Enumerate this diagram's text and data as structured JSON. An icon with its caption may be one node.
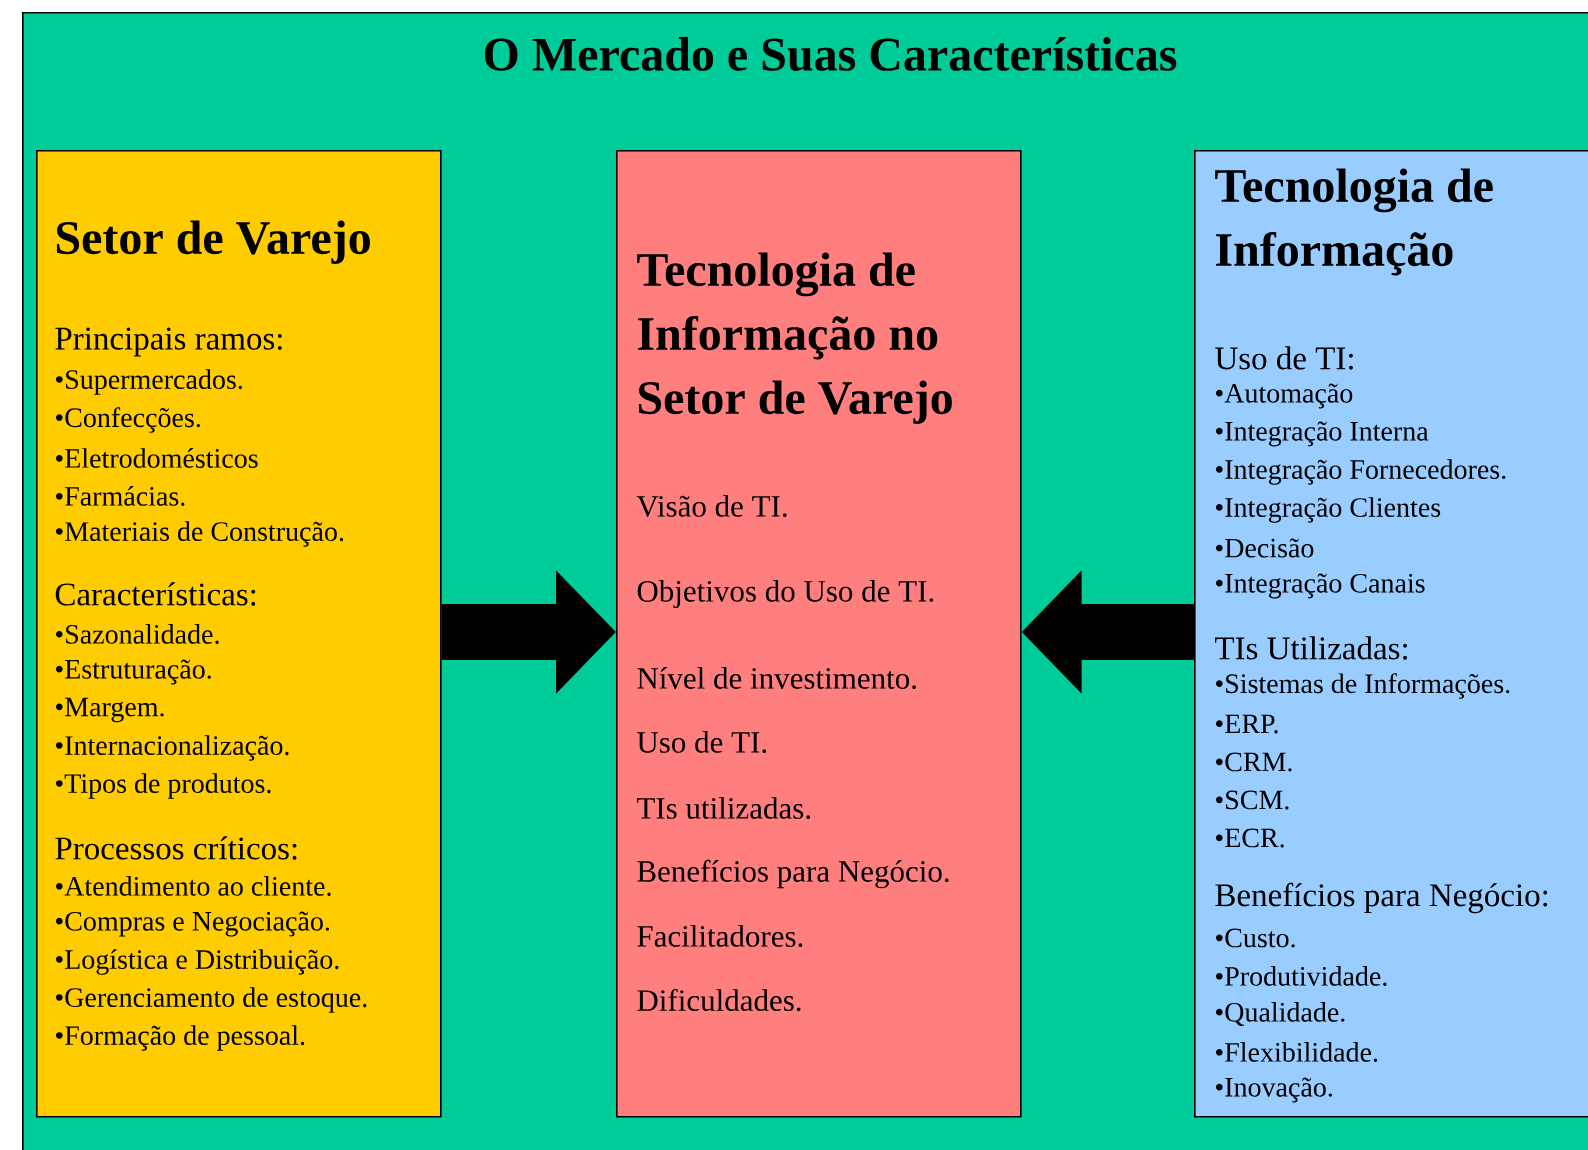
{
  "diagram": {
    "nodes": [
      {
        "text": [
          "O Mercado e Suas Características"
        ]
      },
      {
        "text": [
          "Setor de Varejo",
          "Principais ramos:",
          "•Supermercados.",
          "•Confecções.",
          "•Eletrodomésticos",
          "•Farmácias.",
          "•Materiais de Construção.",
          "Características:",
          "•Sazonalidade.",
          "•Estruturação.",
          "•Margem.",
          "•Internacionalização.",
          "•Tipos de produtos.",
          "Processos críticos:",
          "•Atendimento ao cliente.",
          "•Compras e Negociação.",
          "•Logística e Distribuição.",
          "•Gerenciamento de estoque.",
          "•Formação de pessoal."
        ],
        "in": 0
      },
      {
        "text": [
          "Tecnologia de Informação no Setor de Varejo",
          "Visão de TI.",
          "Objetivos do Uso de TI.",
          "Nível de investimento.",
          "Uso de TI.",
          "TIs utilizadas.",
          "Benefícios para Negócio.",
          "Facilitadores.",
          "Dificuldades."
        ],
        "in": 0
      },
      {
        "text": [
          "Tecnologia de Informação",
          "Uso de TI:",
          "•Automação",
          "•Integração Interna",
          "•Integração  Fornecedores.",
          "•Integração Clientes",
          "•Decisão",
          "•Integração Canais",
          "TIs Utilizadas:",
          "•Sistemas de Informações.",
          "•ERP.",
          "•CRM.",
          "•SCM.",
          "•ECR.",
          "Benefícios para Negócio:",
          "•Custo.",
          "•Produtividade.",
          "•Qualidade.",
          "•Flexibilidade.",
          "•Inovação."
        ],
        "in": 0
      }
    ],
    "edges": [
      {
        "from": 1,
        "to": 2,
        "arrow": "to"
      },
      {
        "from": 3,
        "to": 2,
        "arrow": "to"
      }
    ]
  }
}
